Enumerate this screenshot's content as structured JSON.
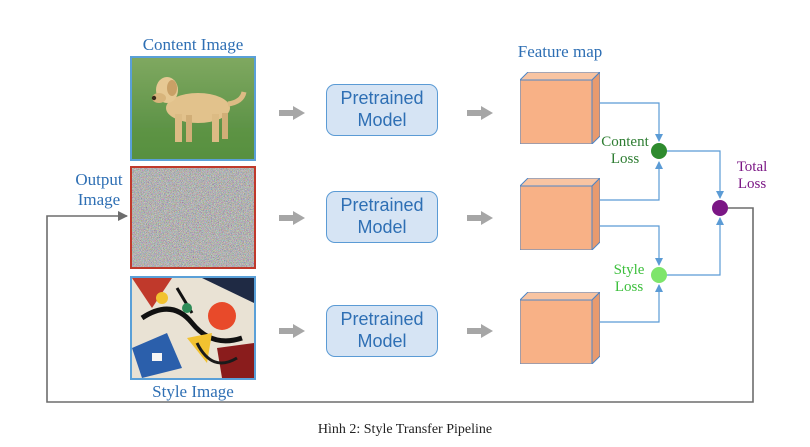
{
  "labels": {
    "content_image": "Content Image",
    "output_image": "Output\nImage",
    "style_image": "Style Image",
    "feature_map": "Feature map",
    "content_loss_line1": "Content",
    "content_loss_line2": "Loss",
    "style_loss_line1": "Style",
    "style_loss_line2": "Loss",
    "total_loss_line1": "Total",
    "total_loss_line2": "Loss"
  },
  "models": [
    {
      "line1": "Pretrained",
      "line2": "Model"
    },
    {
      "line1": "Pretrained",
      "line2": "Model"
    },
    {
      "line1": "Pretrained",
      "line2": "Model"
    }
  ],
  "caption": "Hình 2: Style Transfer Pipeline",
  "colors": {
    "label_blue": "#2e6fb4",
    "model_fill": "#d6e4f4",
    "model_border": "#5b9bd5",
    "arrow_gray": "#a6a6a6",
    "cube_front": "#f8b186",
    "cube_side": "#e89a6e",
    "cube_edge": "#4f86c6",
    "content_loss_node": "#2e8b2e",
    "content_loss_text": "#2e7d32",
    "style_loss_node": "#7ee56b",
    "style_loss_text": "#3cbf3c",
    "total_loss_node": "#7b1785",
    "total_loss_text": "#7b1785",
    "output_border": "#c0392b",
    "image_border": "#5aa0d8"
  },
  "icons": [
    "dog-photo",
    "noise-image",
    "abstract-painting"
  ]
}
